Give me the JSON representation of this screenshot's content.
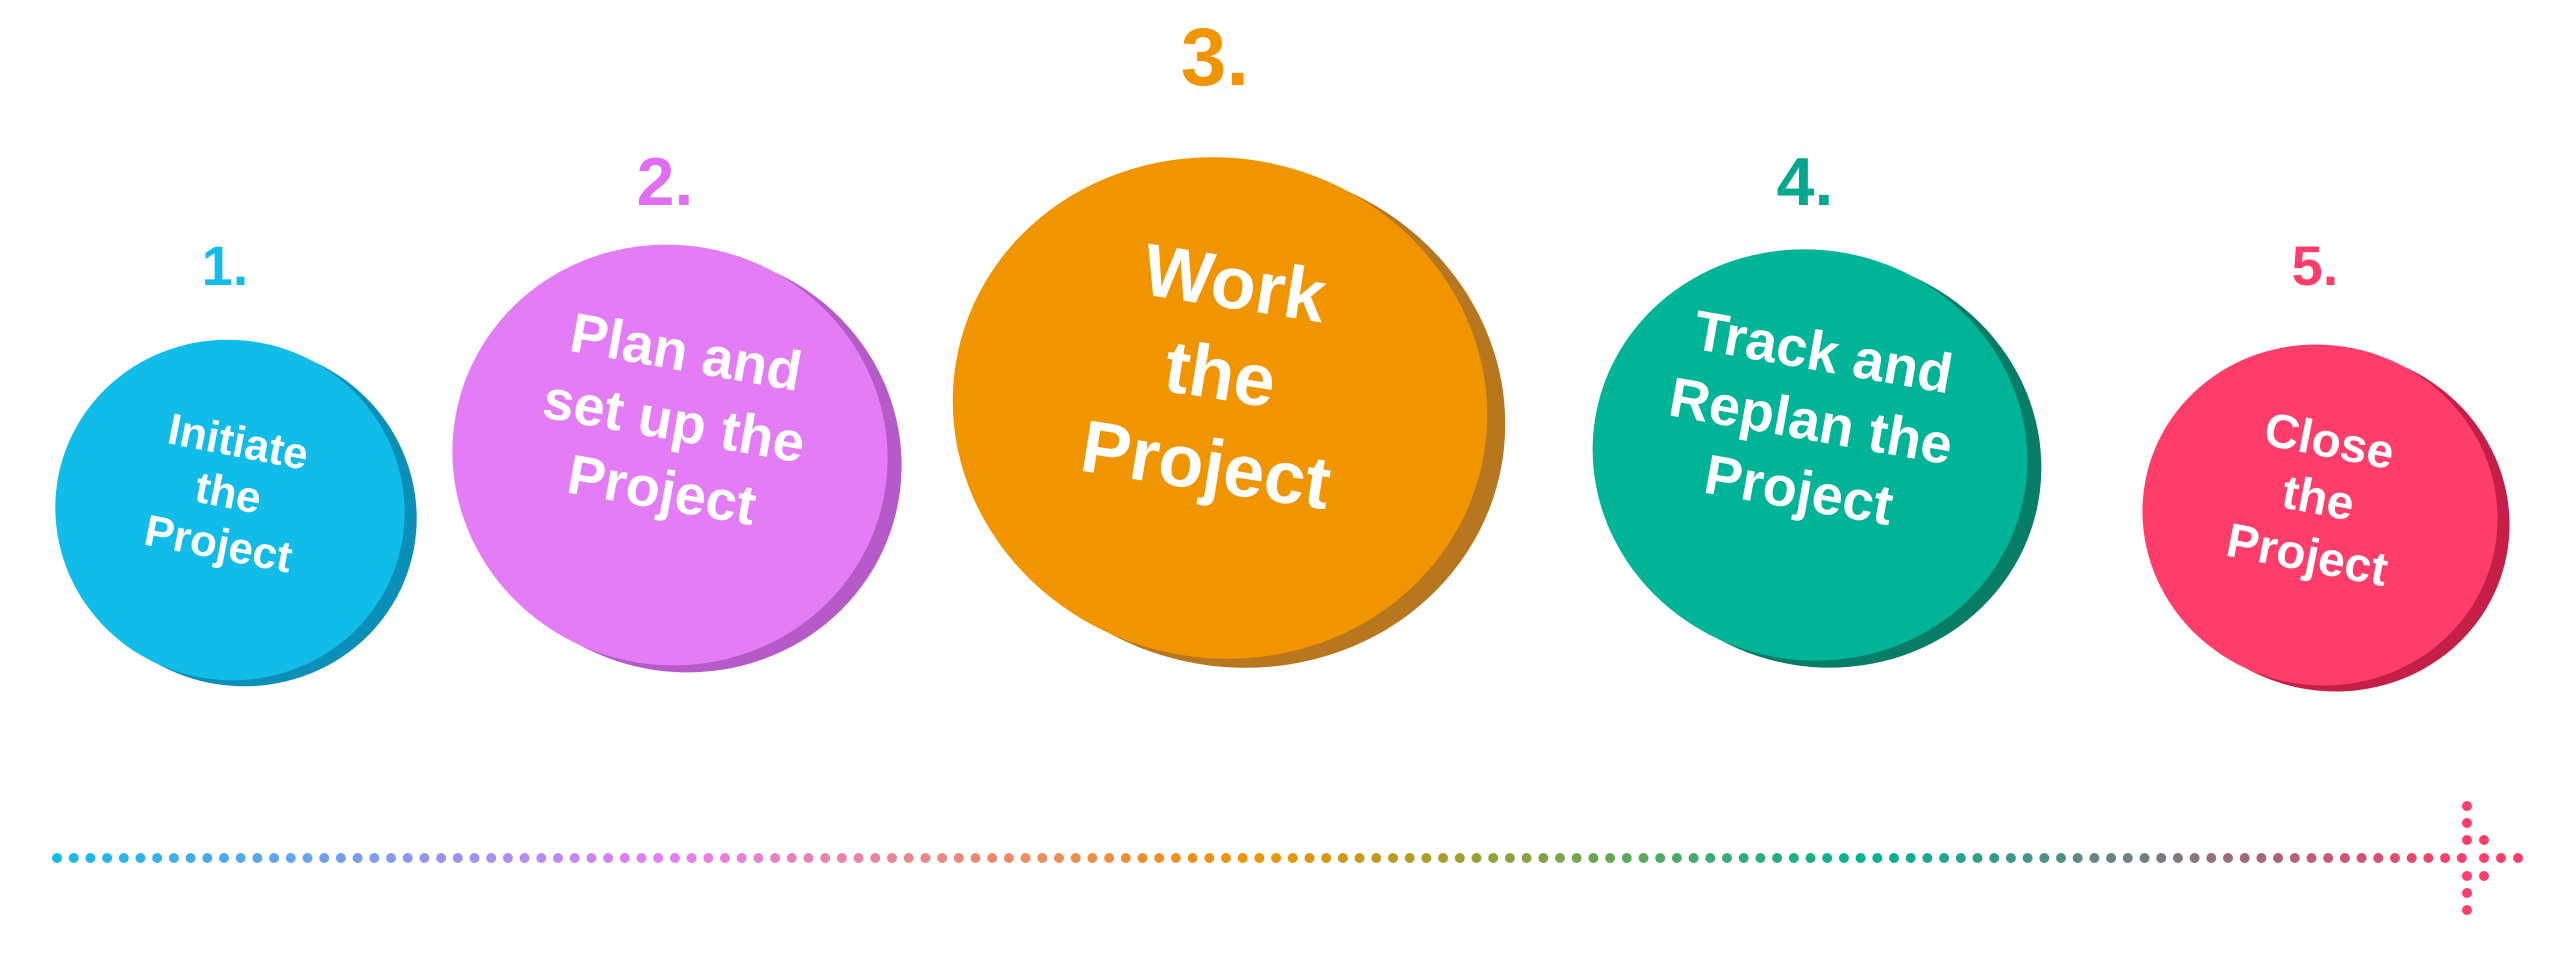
{
  "stages": [
    {
      "number": "1.",
      "lines": [
        "Initiate",
        "the",
        "Project"
      ],
      "face_color": "#12BCE9",
      "side_color": "#0A8FB8",
      "number_color": "#12BCE9"
    },
    {
      "number": "2.",
      "lines": [
        "Plan and",
        "set up the",
        "Project"
      ],
      "face_color": "#E47DF5",
      "side_color": "#B659C9",
      "number_color": "#E06DF2"
    },
    {
      "number": "3.",
      "lines": [
        "Work",
        "the",
        "Project"
      ],
      "face_color": "#F09500",
      "side_color": "#B8761F",
      "number_color": "#F09500"
    },
    {
      "number": "4.",
      "lines": [
        "Track and",
        "Replan the",
        "Project"
      ],
      "face_color": "#00B497",
      "side_color": "#067D66",
      "number_color": "#00A88E"
    },
    {
      "number": "5.",
      "lines": [
        "Close",
        "the",
        "Project"
      ],
      "face_color": "#FF3D6A",
      "side_color": "#C51F48",
      "number_color": "#FF3D6A"
    }
  ],
  "timeline_colors": [
    "#12BCE9",
    "#E47DF5",
    "#F09500",
    "#00B497",
    "#FF3D6A"
  ]
}
